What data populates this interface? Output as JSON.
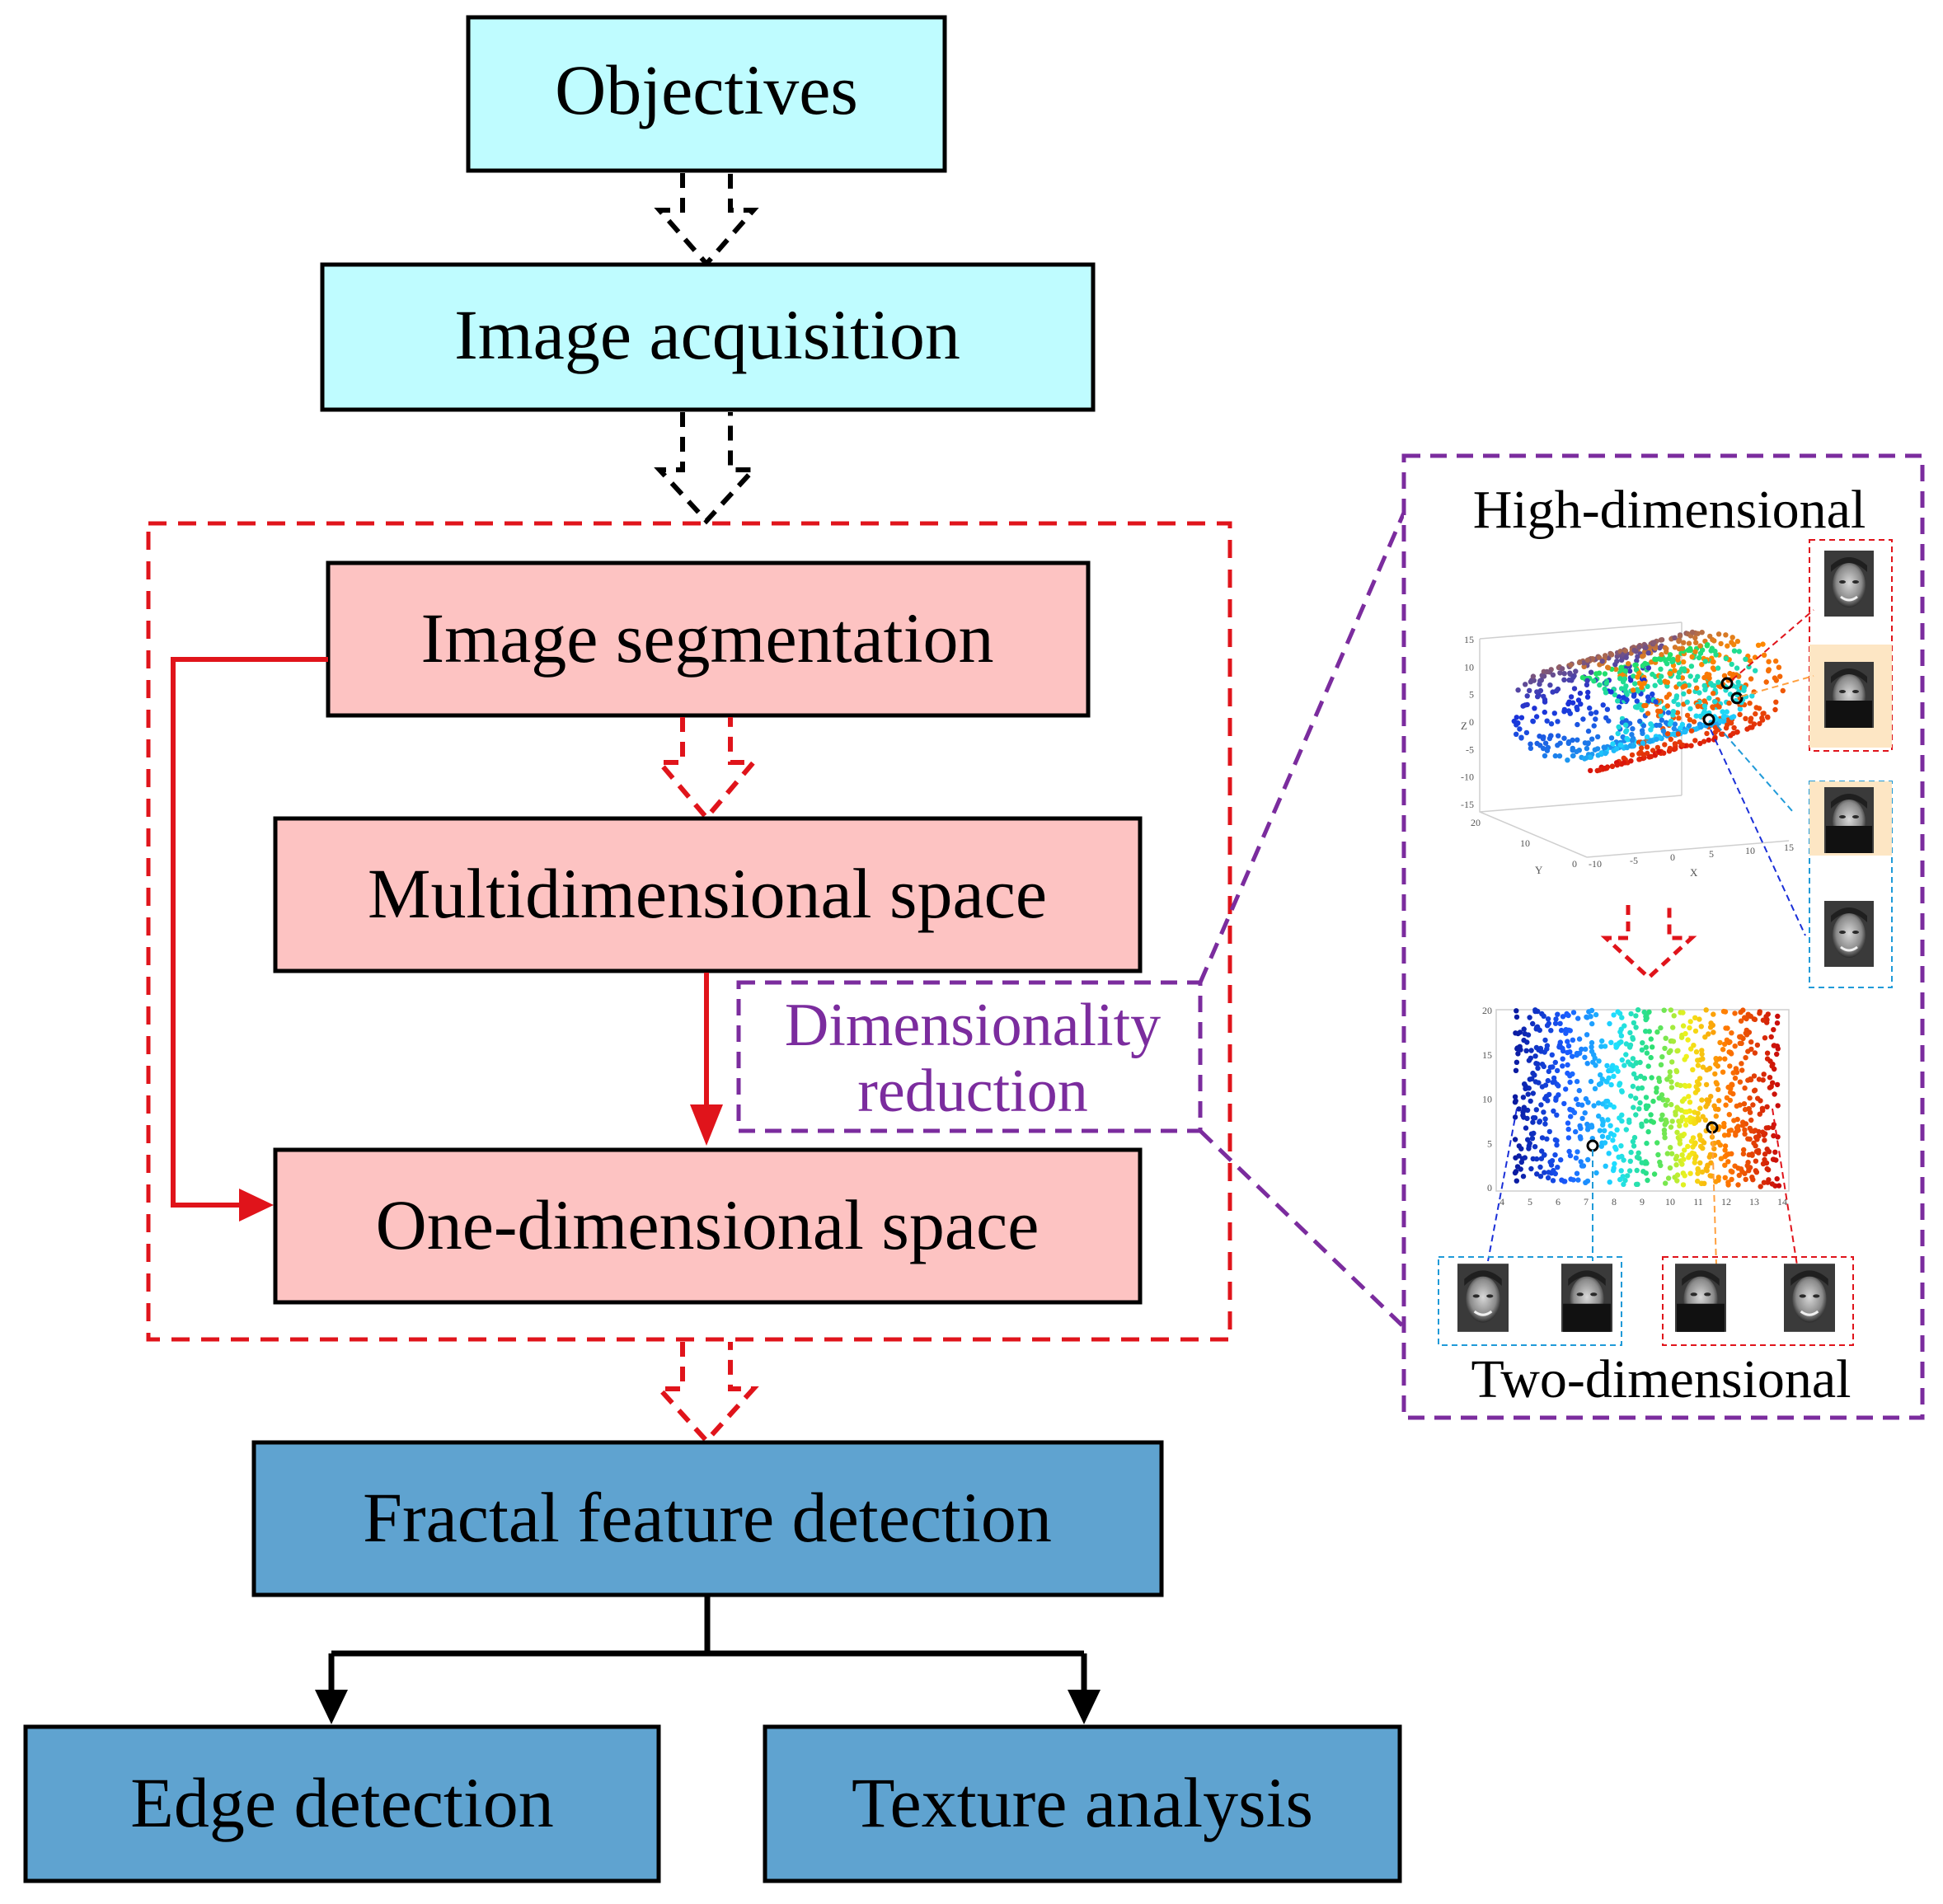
{
  "flow": {
    "objectives": "Objectives",
    "acquisition": "Image acquisition",
    "segmentation": "Image segmentation",
    "multidim": "Multidimensional space",
    "onedim": "One-dimensional space",
    "fractal": "Fractal feature detection",
    "edge": "Edge detection",
    "texture": "Texture analysis"
  },
  "reduction": {
    "line1": "Dimensionality",
    "line2": "reduction"
  },
  "inset": {
    "high_title": "High-dimensional",
    "two_title": "Two-dimensional",
    "plot3d": {
      "z_label": "Z",
      "y_label": "Y",
      "x_label": "X",
      "z_ticks": [
        "15",
        "10",
        "5",
        "0",
        "-5",
        "-10",
        "-15"
      ],
      "y_ticks": [
        "20",
        "10",
        "0"
      ],
      "x_ticks": [
        "-10",
        "-5",
        "0",
        "5",
        "10",
        "15"
      ]
    },
    "plot2d": {
      "y_ticks": [
        "20",
        "15",
        "10",
        "5",
        "0"
      ],
      "x_ticks": [
        "4",
        "5",
        "6",
        "7",
        "8",
        "9",
        "10",
        "11",
        "12",
        "13",
        "14"
      ]
    }
  },
  "colors": {
    "cyan_box": "#bffcff",
    "pink_box": "#fdc3c2",
    "blue_box": "#5fa3d0",
    "red_dash": "#e0141b",
    "purple_dash": "#7b2c9e",
    "purple_text": "#7b2c9e"
  },
  "icons": [
    "face-thumbnail-icon",
    "masked-face-thumbnail-icon"
  ]
}
